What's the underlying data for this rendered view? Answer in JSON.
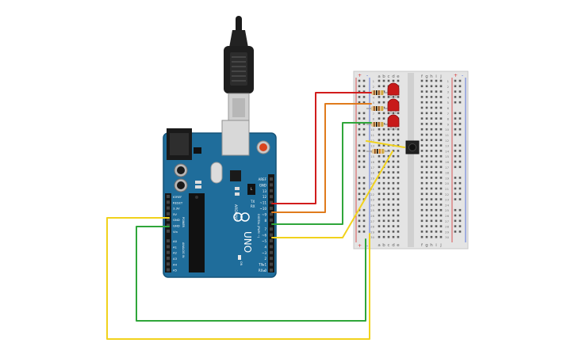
{
  "arduino": {
    "board_label": "UNO",
    "brand_label": "ARDUINO",
    "power_section_label": "POWER",
    "analog_section_label": "ANALOG IN",
    "digital_section_label": "DIGITAL (PWM ~)",
    "on_label": "ON",
    "power_pins": [
      "IOREF",
      "RESET",
      "3.3V",
      "5V",
      "GND",
      "GND",
      "Vin"
    ],
    "analog_pins": [
      "A0",
      "A1",
      "A2",
      "A3",
      "A4",
      "A5"
    ],
    "digital_header_top": [
      "AREF",
      "GND",
      "13",
      "12",
      "~11",
      "~10",
      "~9",
      "8"
    ],
    "digital_header_bottom": [
      "7",
      "~6",
      "~5",
      "4",
      "~3",
      "2",
      "TX▸1",
      "RX◂0"
    ],
    "led_labels": [
      "L",
      "TX",
      "RX"
    ]
  },
  "breadboard": {
    "column_letters_left": [
      "a",
      "b",
      "c",
      "d",
      "e"
    ],
    "column_letters_right": [
      "f",
      "g",
      "h",
      "i",
      "j"
    ],
    "row_numbers": [
      "1",
      "2",
      "3",
      "4",
      "5",
      "6",
      "7",
      "8",
      "9",
      "10",
      "11",
      "12",
      "13",
      "14",
      "15",
      "16",
      "17",
      "18",
      "19",
      "20",
      "21",
      "22",
      "23",
      "24",
      "25",
      "26",
      "27",
      "28",
      "29",
      "30"
    ],
    "rail_plus": "+",
    "rail_minus": "-"
  },
  "colors": {
    "board_blue": "#1f6d9b",
    "wire_red": "#d11c1c",
    "wire_orange": "#e07b1c",
    "wire_green": "#2fa63a",
    "wire_yellow": "#f1d21c",
    "led_red": "#c81a1a",
    "breadboard": "#e4e4e4"
  }
}
